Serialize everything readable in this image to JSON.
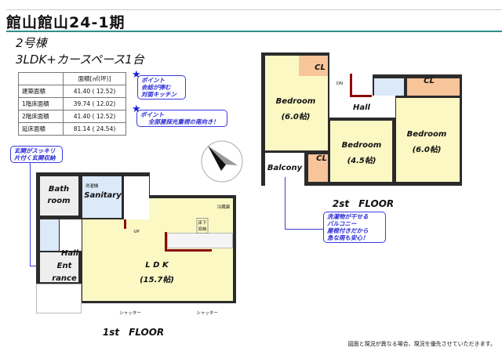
{
  "header": {
    "title": "館山館山24-1期",
    "building": "2号棟",
    "layout": "3LDK+カースペース1台"
  },
  "area_table": {
    "header": "面積[㎡(坪)]",
    "rows": [
      {
        "label": "建築面積",
        "value": "41.40 ( 12.52)"
      },
      {
        "label": "1階床面積",
        "value": "39.74 ( 12.02)"
      },
      {
        "label": "2階床面積",
        "value": "41.40 ( 12.52)"
      },
      {
        "label": "延床面積",
        "value": "81.14 ( 24.54)"
      }
    ]
  },
  "callouts": {
    "point1": [
      "ポイント",
      "会話が弾む",
      "対面キッチン"
    ],
    "point2": [
      "ポイント",
      "全部屋採光重視の南向き！"
    ],
    "entrance": [
      "玄関がスッキリ",
      "片付く玄関収納"
    ],
    "balcony": [
      "洗濯物が干せる",
      "バルコニー",
      "屋根付きだから",
      "急な雨も安心！"
    ]
  },
  "floor1": {
    "title": "1st　FLOOR",
    "bath": [
      "Bath",
      "room"
    ],
    "sanitary": "Sanitary",
    "washer": "洗濯機",
    "hall": "Hall",
    "entrance": [
      "Ent",
      "rance"
    ],
    "ldk": "L D K",
    "ldk_size": "(15.7帖)",
    "fridge": "冷蔵庫",
    "underfloor": [
      "床下",
      "収納"
    ],
    "up": "UP",
    "shutter": "シャッター"
  },
  "floor2": {
    "title": "2st　FLOOR",
    "bedroom": "Bedroom",
    "bed1_size": "(6.0帖)",
    "bed2_size": "(4.5帖)",
    "bed3_size": "(6.0帖)",
    "closet": "CL",
    "hall": "Hall",
    "balcony": "Balcony",
    "down": "DN"
  },
  "footer": "図面と現況が異なる場合、現況を優先させていただきます。",
  "colors": {
    "accent_line": "#2f8f8a",
    "room": "#fbf8c4",
    "wet": "#dbe9f8",
    "closet": "#f8c49a",
    "callout": "#3a3ae0"
  }
}
